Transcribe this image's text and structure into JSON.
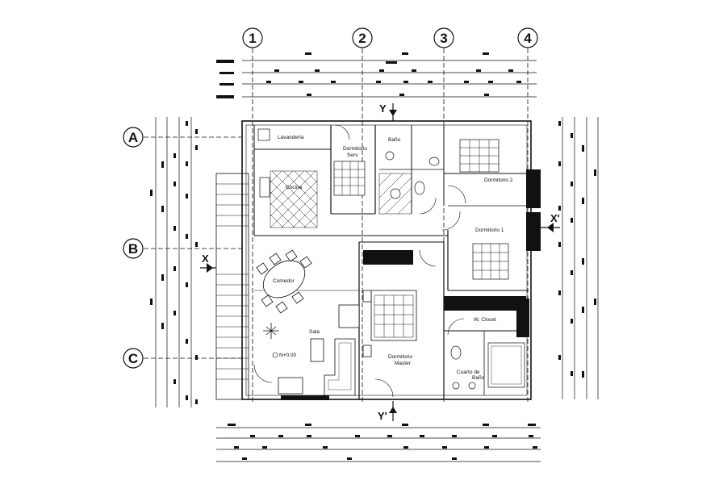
{
  "grid": {
    "columns": [
      "1",
      "2",
      "3",
      "4"
    ],
    "rows": [
      "A",
      "B",
      "C"
    ]
  },
  "sections": {
    "x_left": "X",
    "x_right": "X'",
    "y_top": "Y",
    "y_bottom": "Y'"
  },
  "rooms": {
    "lavanderia": "Lavandería",
    "dormitorio_serv_1": "Dormitorio",
    "dormitorio_serv_2": "Serv.",
    "bano": "Baño",
    "cocina": "Cocina",
    "dormitorio_2": "Dormitorio 2",
    "dormitorio_1": "Dormitorio 1",
    "comedor": "Comedor",
    "sala": "Sala",
    "level": "N+0.00",
    "dormitorio_master_1": "Dormitorio",
    "dormitorio_master_2": "Master",
    "w_closet": "W. Closet",
    "cuarto_bano_1": "Cuarto de",
    "cuarto_bano_2": "Baño"
  },
  "colors": {
    "line": "#111111",
    "wall": "#111111",
    "background": "#ffffff"
  }
}
